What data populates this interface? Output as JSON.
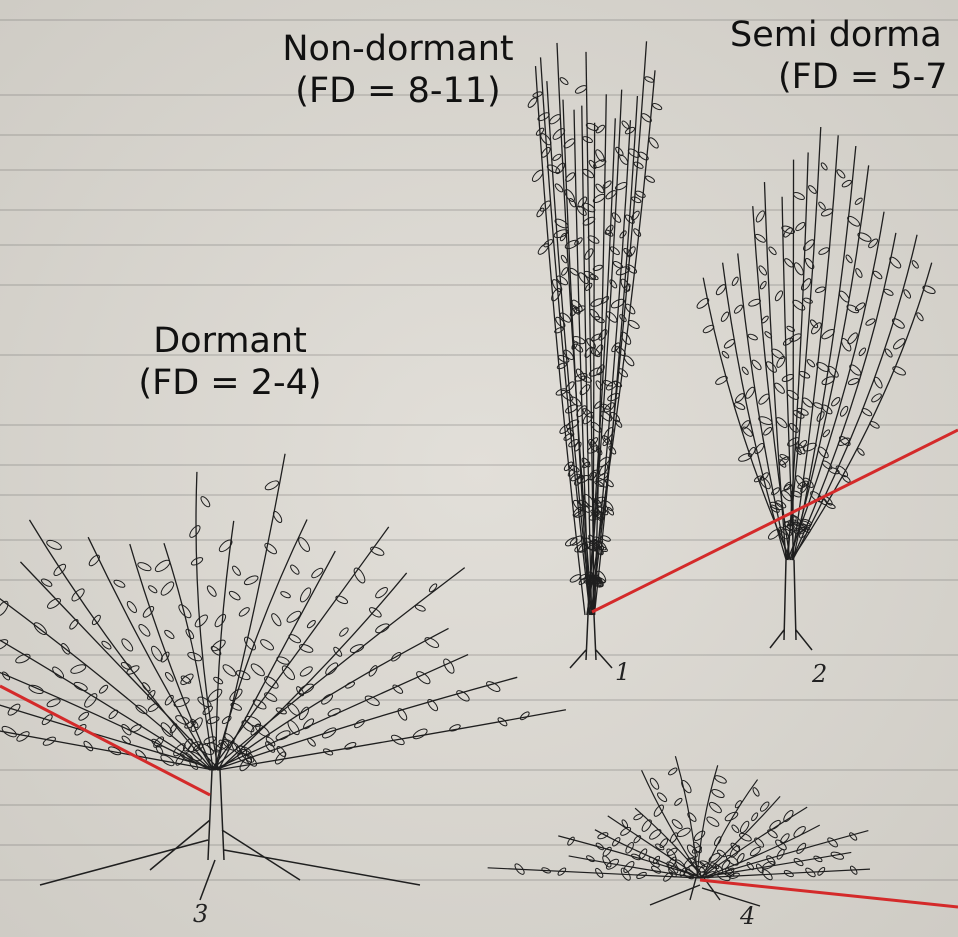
{
  "labels": {
    "non_dormant": {
      "name": "Non-dormant",
      "fd": "(FD = 8-11)"
    },
    "semi_dormant": {
      "name": "Semi dorma",
      "fd": "(FD = 5-7"
    },
    "dormant": {
      "name": "Dormant",
      "fd": "(FD = 2-4)"
    }
  },
  "figure_numbers": [
    "1",
    "2",
    "3",
    "4"
  ],
  "colors": {
    "pointer_line": "#d42a2a",
    "background": "#d9d6d0",
    "ink": "#1f1f1f"
  }
}
